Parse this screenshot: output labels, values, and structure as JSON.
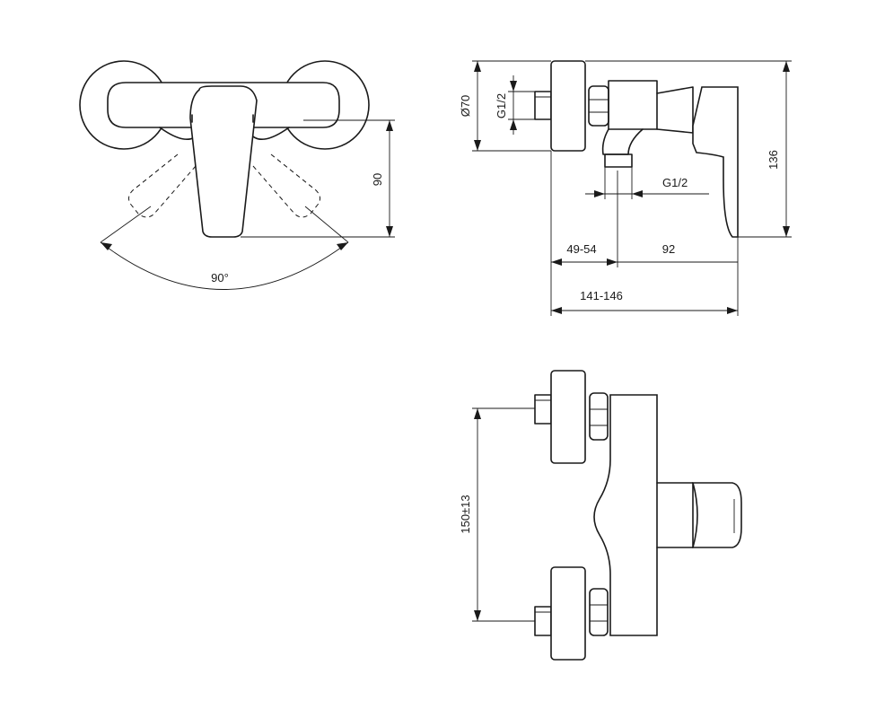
{
  "top_view": {
    "dim_height": "90",
    "dim_angle": "90°"
  },
  "side_view": {
    "dim_diameter": "Ø70",
    "dim_inlet_thread": "G1/2",
    "dim_outlet_thread": "G1/2",
    "dim_height": "136",
    "dim_wall_depth": "49-54",
    "dim_outlet_offset": "92",
    "dim_total_depth": "141-146"
  },
  "front_view": {
    "dim_centres": "150±13"
  }
}
